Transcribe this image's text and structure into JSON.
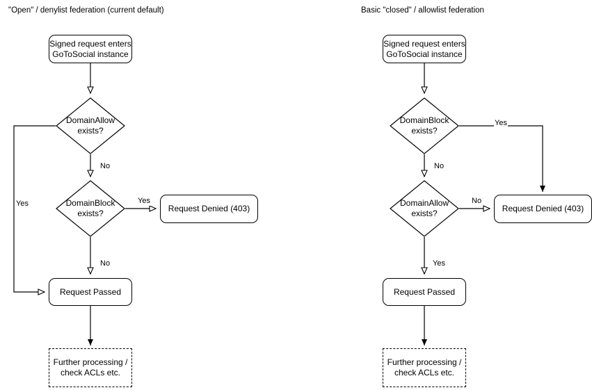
{
  "diagram": {
    "type": "flowchart",
    "background": "#ffffff",
    "stroke": "#000000",
    "panels": [
      {
        "id": "open-denylist",
        "heading": "\"Open\" / denylist federation (current default)",
        "nodes": {
          "start": "Signed request enters\nGoToSocial instance",
          "start_line1": "Signed request enters",
          "start_line2": "GoToSocial instance",
          "decision1_line1": "DomainAllow",
          "decision1_line2": "exists?",
          "decision2_line1": "DomainBlock",
          "decision2_line2": "exists?",
          "denied": "Request Denied (403)",
          "passed": "Request Passed",
          "further_line1": "Further processing /",
          "further_line2": "check ACLs etc."
        },
        "edge_labels": {
          "allow_yes": "Yes",
          "allow_no": "No",
          "block_yes": "Yes",
          "block_no": "No"
        }
      },
      {
        "id": "closed-allowlist",
        "heading": "Basic \"closed\" / allowlist federation",
        "nodes": {
          "start_line1": "Signed request enters",
          "start_line2": "GoToSocial instance",
          "decision1_line1": "DomainBlock",
          "decision1_line2": "exists?",
          "decision2_line1": "DomainAllow",
          "decision2_line2": "exists?",
          "denied": "Request Denied (403)",
          "passed": "Request Passed",
          "further_line1": "Further processing /",
          "further_line2": "check ACLs etc."
        },
        "edge_labels": {
          "block_yes": "Yes",
          "block_no": "No",
          "allow_no": "No",
          "allow_yes": "Yes"
        }
      }
    ]
  }
}
